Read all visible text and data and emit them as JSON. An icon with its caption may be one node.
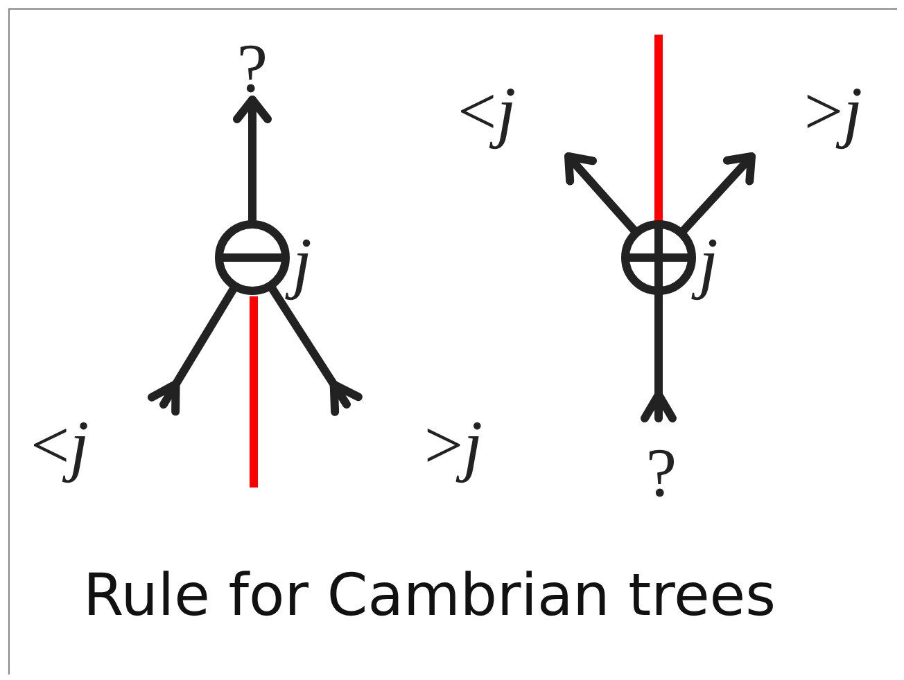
{
  "diagram": {
    "caption": "Rule for Cambrian trees",
    "nodes": [
      {
        "text": [
          "?"
        ]
      },
      {
        "text": [
          "<*j*"
        ]
      },
      {
        "text": [
          ">*j*"
        ]
      },
      {
        "text": [],
        "shape": "circle",
        "beside": [
          "*j*"
        ]
      },
      {
        "text": [],
        "shape": "circle",
        "beside": [
          "*j*"
        ]
      },
      {
        "text": [
          "<*j*"
        ]
      },
      {
        "text": [
          ">*j*"
        ]
      },
      {
        "text": [
          "?"
        ]
      }
    ],
    "edges": [
      {
        "from": 3,
        "to": 0,
        "arrow": "to"
      },
      {
        "from": 3,
        "to": 5,
        "arrow": "other"
      },
      {
        "from": 3,
        "to": 6,
        "arrow": "other"
      },
      {
        "from": 4,
        "to": 1,
        "arrow": "to"
      },
      {
        "from": 4,
        "to": 2,
        "arrow": "to"
      },
      {
        "from": 4,
        "to": 7,
        "arrow": "other"
      }
    ]
  }
}
